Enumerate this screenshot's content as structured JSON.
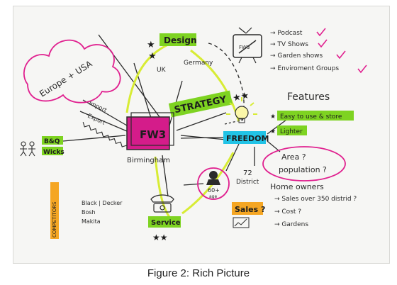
{
  "colors": {
    "paper": "#f6f6f4",
    "ink": "#2b2b2b",
    "pink": "#e0208f",
    "green_highlight": "#7ed321",
    "yellow_line": "#d8ec34",
    "orange": "#f5a623",
    "cyan": "#22c3e6",
    "magenta_box": "#d41c8a"
  },
  "clusters": {
    "cloud_label": "Europe + USA",
    "import_label": "Import",
    "export_label": "Export",
    "uk_label": "UK",
    "germany_label": "Germany",
    "design_label": "Design",
    "strategy_label": "STRATEGY",
    "bq_label_1": "B&Q",
    "bq_label_2": "Wicks",
    "competitors_label": "COMPETITORS",
    "competitor_1": "Black | Decker",
    "competitor_2": "Bosh",
    "competitor_3": "Makita",
    "fw3_label": "FW3",
    "birmingham_label": "Birmingham",
    "service_label": "Service",
    "freedom_label": "FREEDOM",
    "age_label_1": "60+",
    "age_label_2": "age",
    "district_label_1": "72",
    "district_label_2": "District",
    "sales_label": "Sales ?",
    "tv_label": "FW3"
  },
  "media_list": [
    "→ Podcast",
    "→ TV Shows",
    "→ Garden shows",
    "→ Enviroment Groups"
  ],
  "features": {
    "title": "Features",
    "items": [
      "Easy to use & store",
      "Lighter"
    ]
  },
  "area_bubble": {
    "line1": "Area ?",
    "line2": "population ?"
  },
  "homeowners": {
    "title": "Home owners",
    "items": [
      "→ Sales over 350 distrid ?",
      "→ Cost ?",
      "→ Gardens"
    ]
  },
  "caption": "Figure 2: Rich Picture"
}
